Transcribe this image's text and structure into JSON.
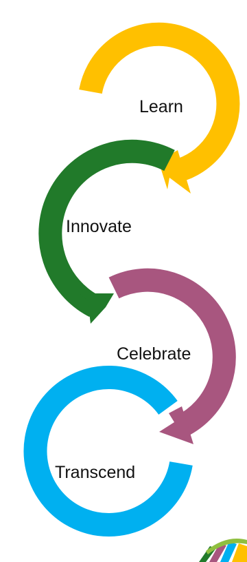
{
  "stages": [
    {
      "label": "Learn",
      "color": "#FFC000"
    },
    {
      "label": "Innovate",
      "color": "#217A2A"
    },
    {
      "label": "Celebrate",
      "color": "#A8567F"
    },
    {
      "label": "Transcend",
      "color": "#00B0F0"
    }
  ],
  "logo_colors": [
    "#217A2A",
    "#A8567F",
    "#00B0F0",
    "#FFC000"
  ]
}
